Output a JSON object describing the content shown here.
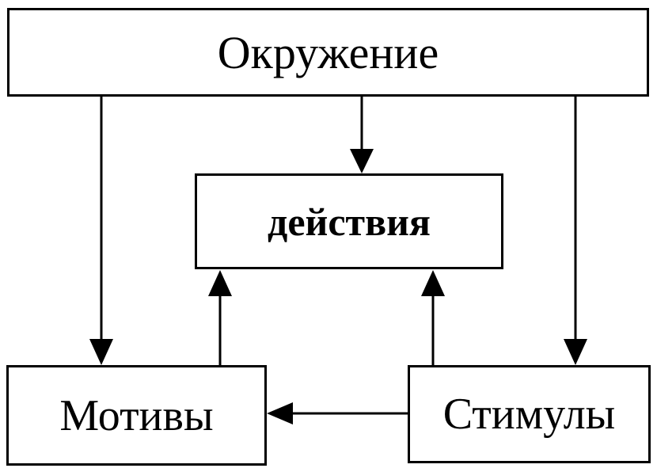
{
  "diagram": {
    "nodes": {
      "environment": "Окружение",
      "actions": "действия",
      "motives": "Мотивы",
      "stimuli": "Стимулы"
    },
    "edges": [
      {
        "from": "environment",
        "to": "motives"
      },
      {
        "from": "environment",
        "to": "actions"
      },
      {
        "from": "environment",
        "to": "stimuli"
      },
      {
        "from": "motives",
        "to": "actions"
      },
      {
        "from": "stimuli",
        "to": "actions"
      },
      {
        "from": "stimuli",
        "to": "motives"
      }
    ],
    "colors": {
      "line": "#000000",
      "background": "#ffffff"
    }
  }
}
